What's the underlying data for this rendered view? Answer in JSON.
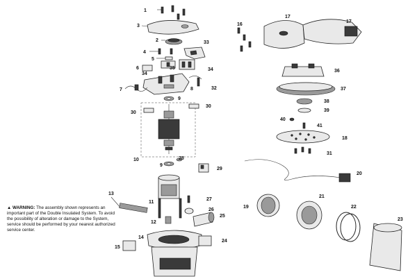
{
  "labels": {
    "p1": "1",
    "p2": "2",
    "p3": "3",
    "p4": "4",
    "p5": "5",
    "p6": "6",
    "p7": "7",
    "p8": "8",
    "p9a": "9",
    "p9b": "9",
    "p10": "10",
    "p11": "11",
    "p12": "12",
    "p13": "13",
    "p14": "14",
    "p15": "15",
    "p16": "16",
    "p17a": "17",
    "p17b": "17",
    "p18": "18",
    "p19": "19",
    "p20": "20",
    "p21": "21",
    "p22": "22",
    "p23": "23",
    "p24": "24",
    "p25": "25",
    "p26": "26",
    "p27": "27",
    "p28": "28",
    "p29": "29",
    "p30a": "30",
    "p30b": "30",
    "p31": "31",
    "p32": "32",
    "p33": "33",
    "p34a": "34",
    "p34b": "34",
    "p35": "35",
    "p36": "36",
    "p37": "37",
    "p38": "38",
    "p39": "39",
    "p40": "40",
    "p41": "41"
  },
  "warning": {
    "symbol": "▲",
    "heading": "WARNING:",
    "body": "The assembly shown represents an important part of the Double Insulated System. To avoid the possibility of alteration or damage to the System, service should be performed by your nearest authorized service center."
  }
}
